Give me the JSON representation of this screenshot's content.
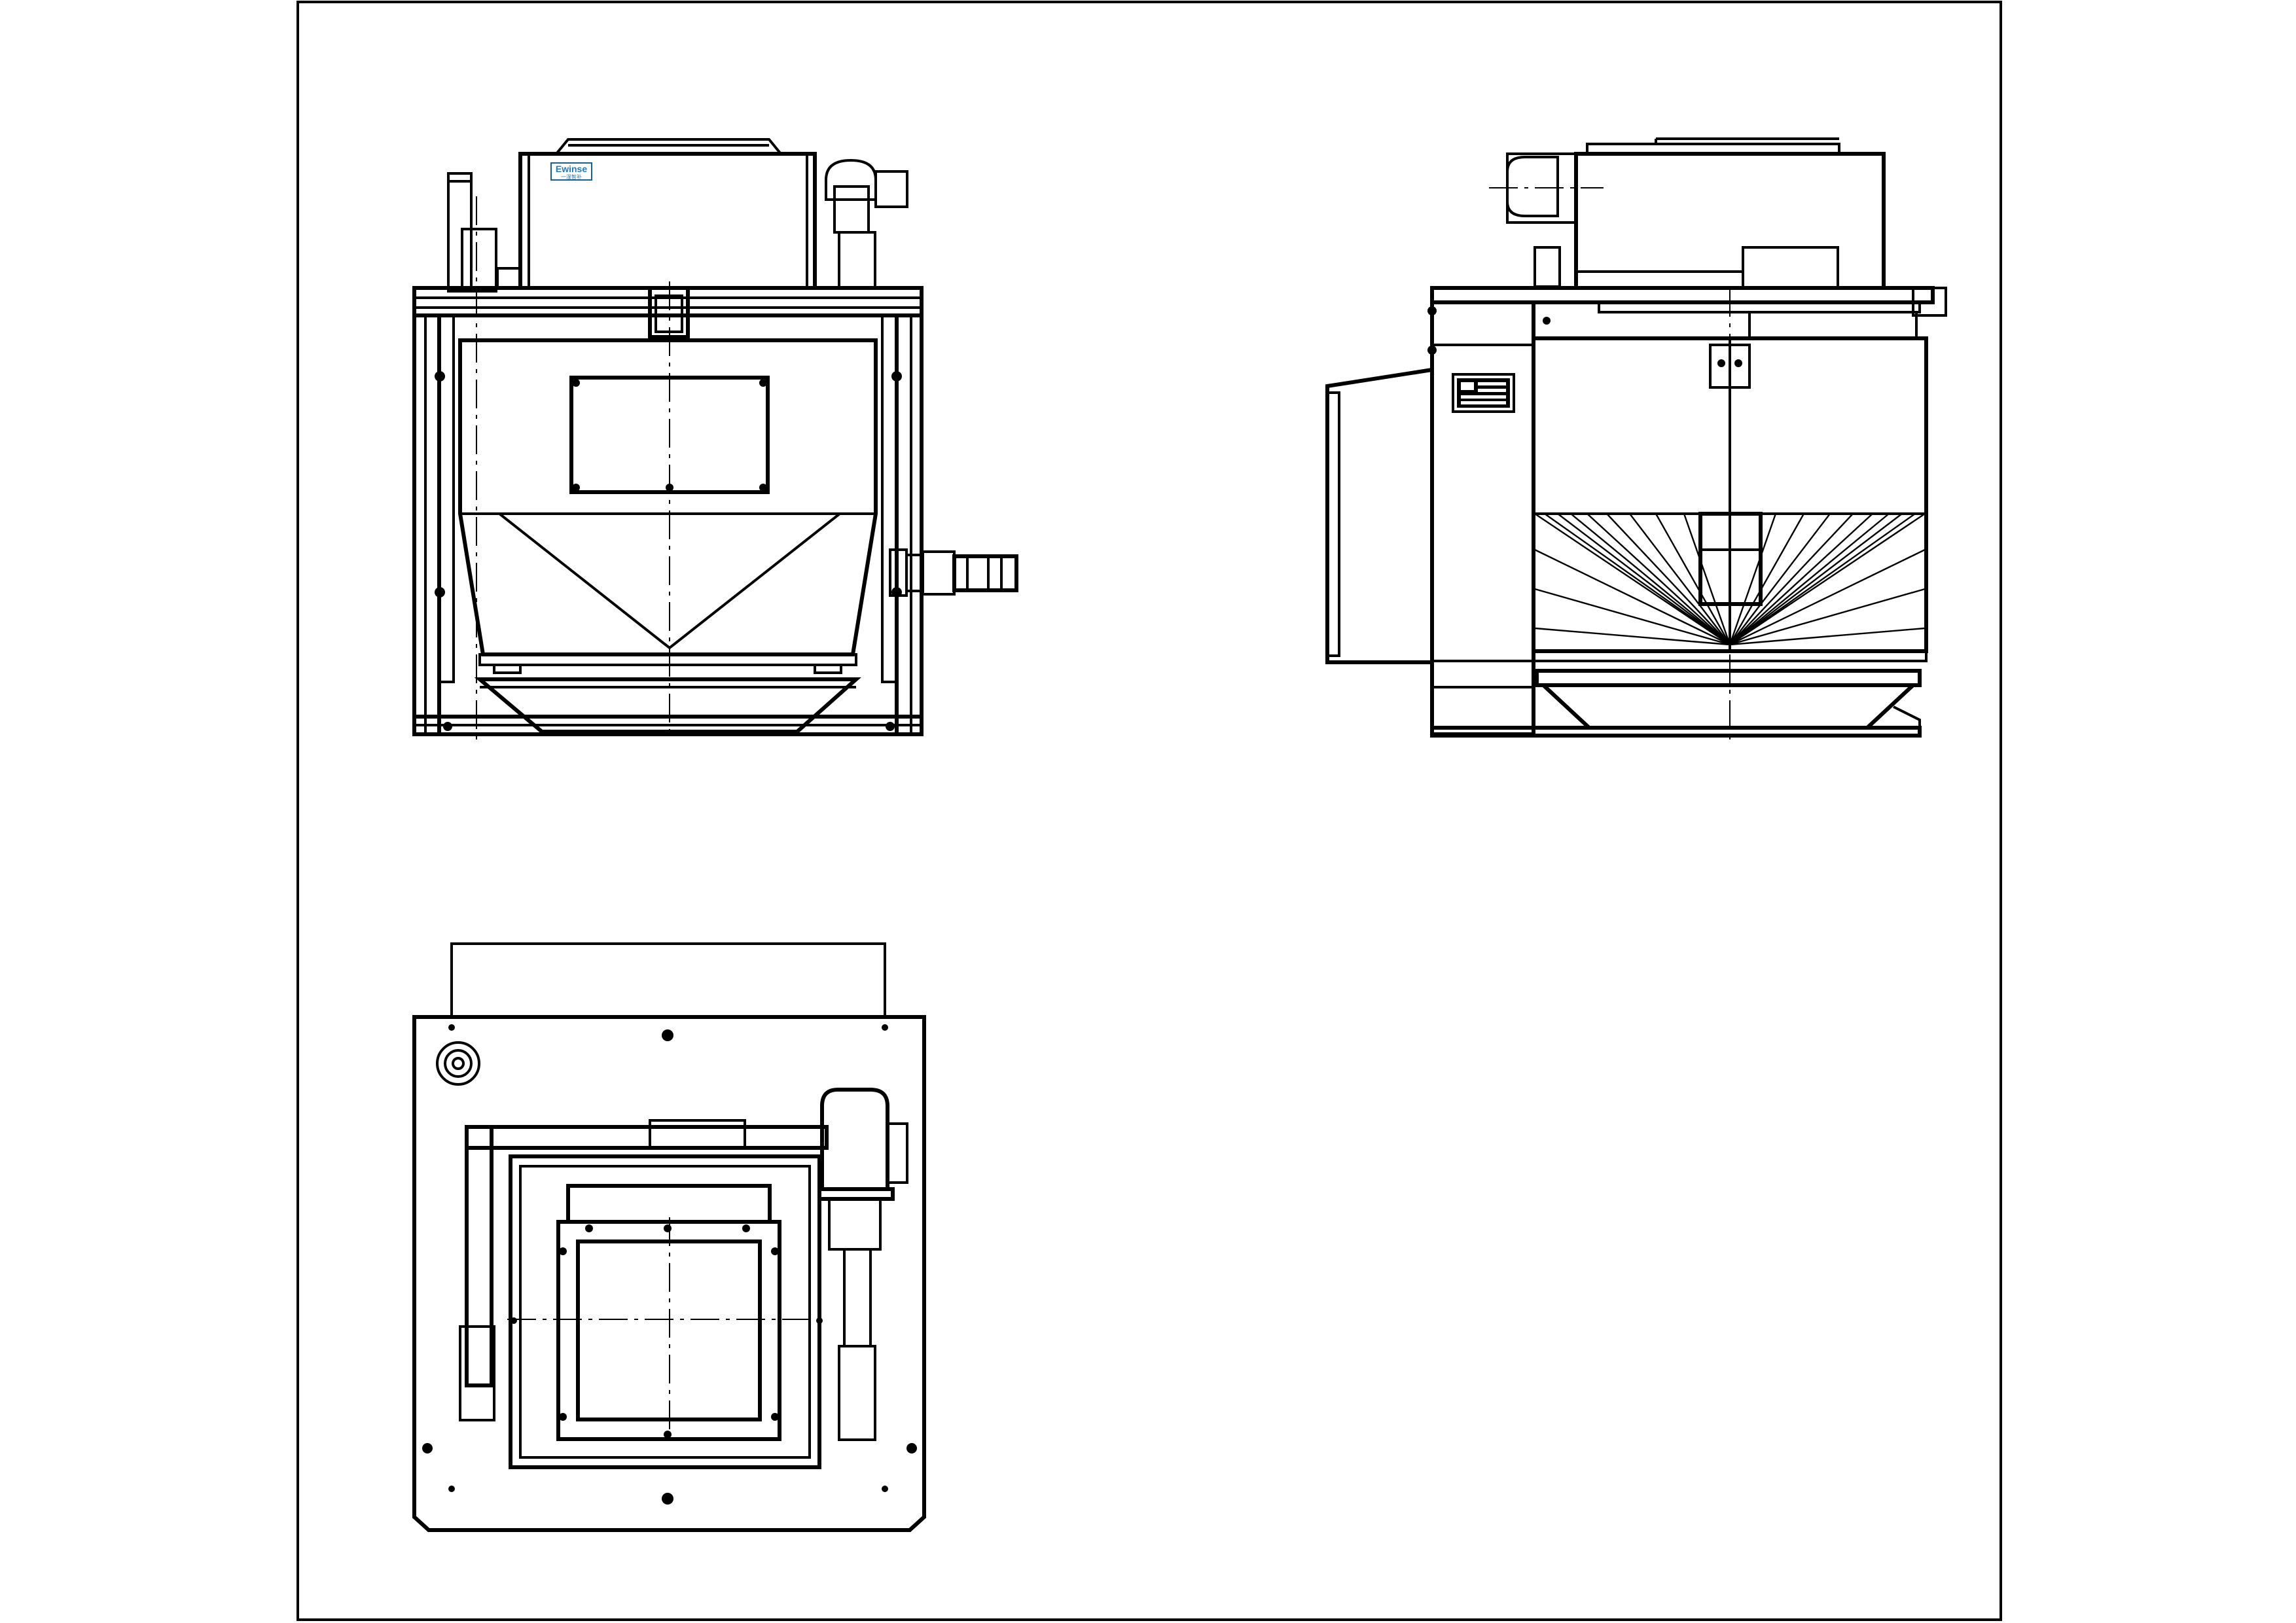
{
  "sheet": {
    "background": "#ffffff",
    "line_color": "#000000"
  },
  "views": [
    {
      "name": "front-view"
    },
    {
      "name": "side-view"
    },
    {
      "name": "top-view"
    }
  ],
  "nameplate": {
    "brand": "Ewinse",
    "subtitle": "一湿智补",
    "color": "#2a7ab0"
  },
  "side_plate": {
    "color": "#000000"
  }
}
